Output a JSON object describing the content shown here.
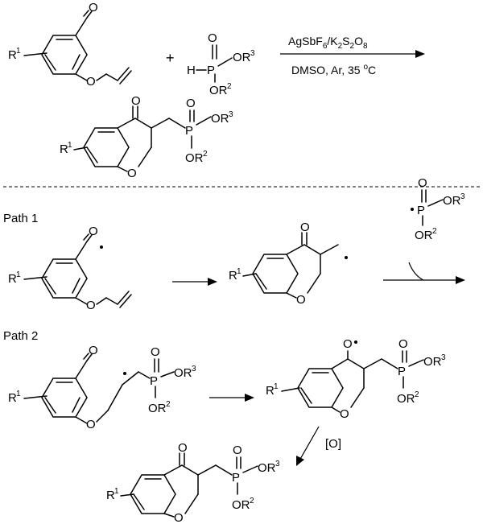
{
  "reaction": {
    "plus": "+",
    "reagent_line": [
      "AgSbF",
      "6",
      "/K",
      "2",
      "S",
      "2",
      "O",
      "8"
    ],
    "condition_line": [
      "DMSO, Ar, 35 ",
      "o",
      "C"
    ]
  },
  "atoms": {
    "O": "O",
    "P": "P",
    "H": "H",
    "R": "R",
    "OR": "OR",
    "one": "1",
    "two": "2",
    "three": "3"
  },
  "paths": {
    "path1_label": "Path 1",
    "path2_label": "Path 2",
    "oxidant_label": "[O]"
  },
  "colors": {
    "ink": "#000000",
    "divider": "#000000"
  }
}
